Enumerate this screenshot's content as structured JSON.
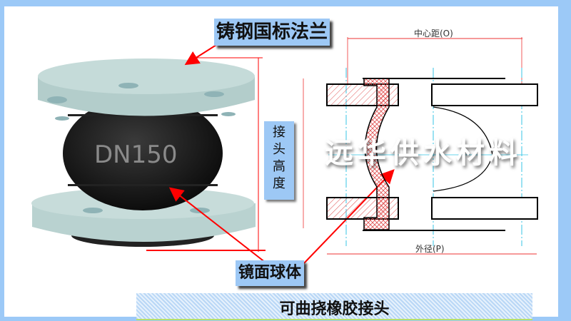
{
  "labels": {
    "flange": "铸钢国标法兰",
    "ball": "镜面球体",
    "joint_height": "接头高度"
  },
  "joint_height_chars": [
    "接",
    "头",
    "高",
    "度"
  ],
  "product_marking": "DN150",
  "drawing": {
    "center_distance": "中心距(O)",
    "outer_diameter": "外径(P)"
  },
  "watermark": "远华供水材料",
  "title": "可曲挠橡胶接头",
  "colors": {
    "frame": "#9cc9f7",
    "label_bg": "#9dc8f5",
    "arrow": "#ff0000",
    "flange": "#b8d0cf",
    "rubber": "#111111",
    "centerline": "#37c6e6",
    "hatch": "#e05050"
  }
}
